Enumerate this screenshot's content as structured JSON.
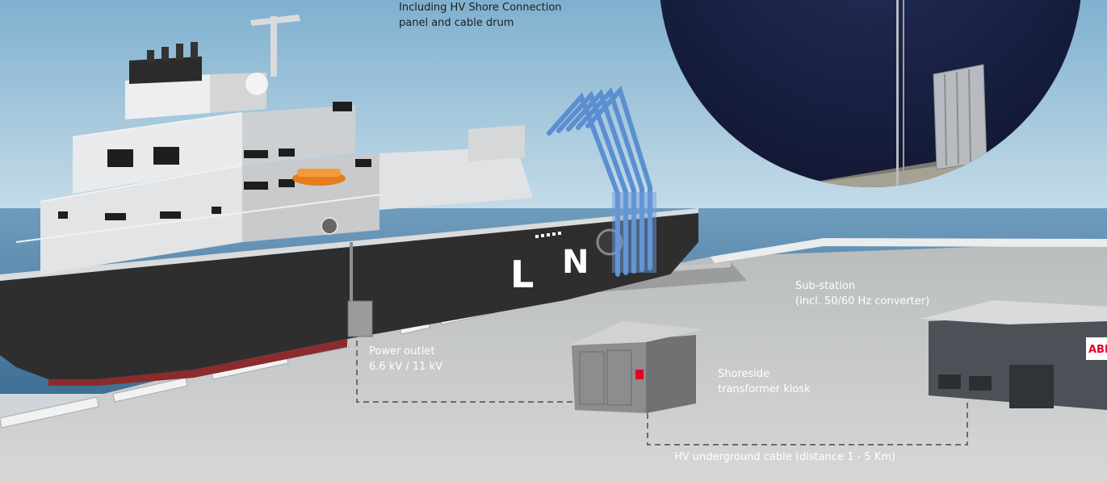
{
  "labels": {
    "ship_equipment": {
      "line1": "Including HV Shore Connection",
      "line2": "panel and cable drum"
    },
    "power_outlet": {
      "line1": "Power outlet",
      "line2": "6.6 kV / 11 kV"
    },
    "substation": {
      "line1": "Sub-station",
      "line2": "(incl. 50/60 Hz converter)"
    },
    "transformer_kiosk": {
      "line1": "Shoreside",
      "line2": "transformer kiosk"
    },
    "hv_cable": {
      "line1": "HV underground cable (distance 1 - 5 Km)"
    }
  },
  "ship": {
    "hull_letters": [
      "L",
      "N"
    ]
  },
  "substation_building": {
    "sign_text": "ABB"
  },
  "colors": {
    "sky": "#9fc6dc",
    "sea": "#5f8cae",
    "quay": "#c9cbcb",
    "hull": "#2c2c2c",
    "superstructure": "#e4e6e7",
    "zoom_circle": "#1a2240",
    "cable_line": "#6b6b6b",
    "brand_red": "#e4002b"
  }
}
